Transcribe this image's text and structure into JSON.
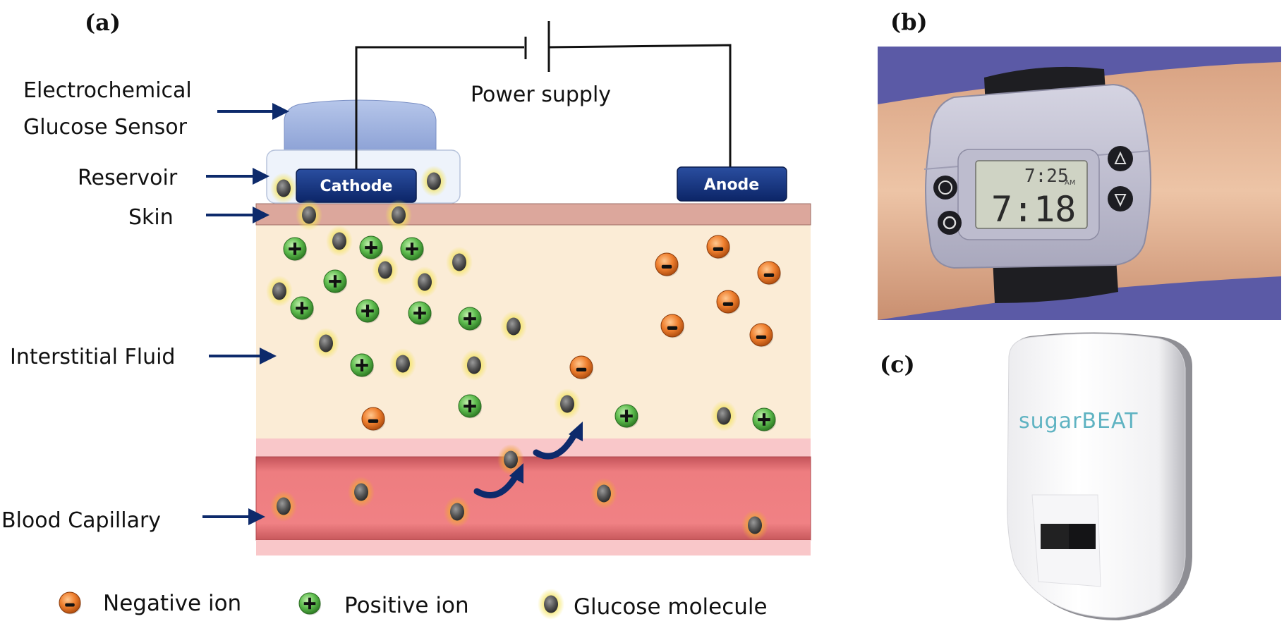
{
  "panels": {
    "a": {
      "label": "(a)",
      "power_supply_label": "Power supply",
      "cathode_label": "Cathode",
      "anode_label": "Anode",
      "annotations": {
        "sensor_line1": "Electrochemical",
        "sensor_line2": "Glucose Sensor",
        "reservoir": "Reservoir",
        "skin": "Skin",
        "interstitial": "Interstitial Fluid",
        "blood": "Blood Capillary"
      },
      "legend": {
        "negative": "Negative ion",
        "positive": "Positive ion",
        "glucose": "Glucose molecule"
      }
    },
    "b": {
      "label": "(b)",
      "lcd_top": "7:25",
      "lcd_am": "AM",
      "lcd_main": "7:18"
    },
    "c": {
      "label": "(c)",
      "brand": "sugarBEAT"
    }
  },
  "colors": {
    "arrow_navy": "#0d2a6b",
    "electrode_navy": "#13307a",
    "sensor_blue": "#9fb2dd",
    "reservoir": "#eef3fb",
    "skin": "#dca79c",
    "interstitial": "#fbecd6",
    "pink_band": "#f9c7c9",
    "blood": "#ea7476",
    "negative_ion": "#ef7f2e",
    "positive_ion": "#68c35a",
    "glucose": "#5a5a5a",
    "glucose_glow": "#f1e35a",
    "brand_teal": "#5fb3c2",
    "wrist_bg": "#5b5aa6",
    "skin_arm": "#e6b99c"
  }
}
